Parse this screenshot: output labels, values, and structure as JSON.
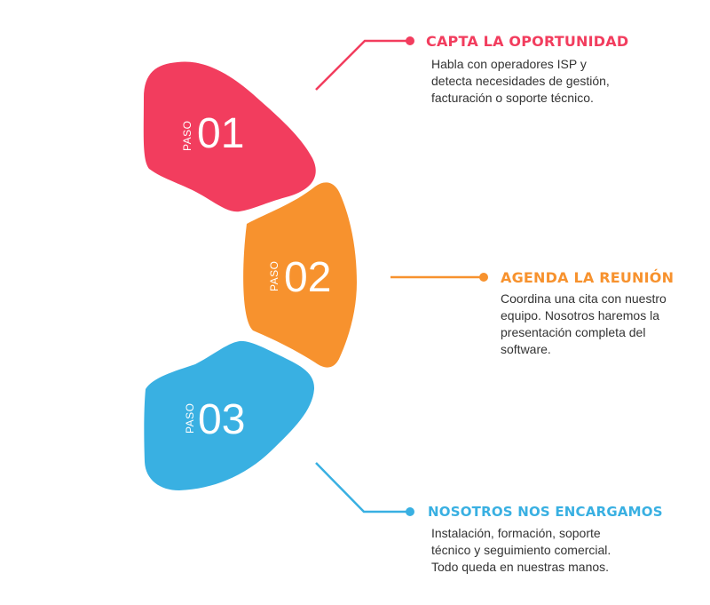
{
  "colors": {
    "step1": "#f23d5e",
    "step2": "#f7922e",
    "step3": "#39b0e2"
  },
  "steps": [
    {
      "label": "PASO",
      "number": "01",
      "title": "CAPTA LA OPORTUNIDAD",
      "desc": [
        "Habla con operadores ISP y",
        "detecta necesidades de gestión,",
        "facturación o soporte técnico."
      ]
    },
    {
      "label": "PASO",
      "number": "02",
      "title": "AGENDA LA REUNIÓN",
      "desc": [
        "Coordina una cita con nuestro",
        "equipo. Nosotros haremos la",
        "presentación completa del",
        "software."
      ]
    },
    {
      "label": "PASO",
      "number": "03",
      "title": "NOSOTROS NOS ENCARGAMOS",
      "desc": [
        "Instalación, formación, soporte",
        "técnico y seguimiento comercial.",
        "Todo queda en nuestras manos."
      ]
    }
  ]
}
